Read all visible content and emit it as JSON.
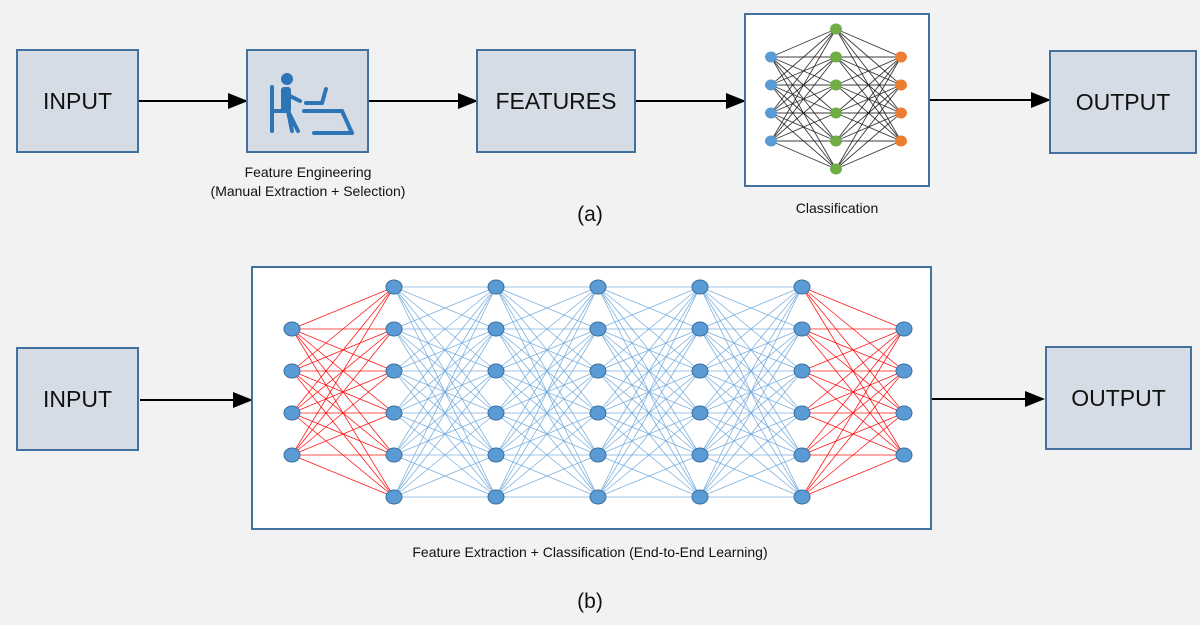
{
  "panel_a": {
    "input_label": "INPUT",
    "feature_engineering_icon": "person-at-computer-icon",
    "feature_engineering_caption_line1": "Feature Engineering",
    "feature_engineering_caption_line2": "(Manual Extraction + Selection)",
    "features_label": "FEATURES",
    "classification_caption": "Classification",
    "output_label": "OUTPUT",
    "panel_label": "(a)",
    "network": {
      "layers": [
        4,
        6,
        4
      ],
      "node_colors": [
        "#5b9bd5",
        "#70ad47",
        "#ed7d31"
      ],
      "edge_color": "#1a1a1a"
    }
  },
  "panel_b": {
    "input_label": "INPUT",
    "output_label": "OUTPUT",
    "caption": "Feature Extraction + Classification (End-to-End Learning)",
    "panel_label": "(b)",
    "network": {
      "layers": [
        4,
        6,
        6,
        6,
        6,
        6,
        4
      ],
      "node_color": "#5b9bd5",
      "hidden_edge_color": "#6fa8dc",
      "io_edge_color": "#ff0000"
    }
  }
}
